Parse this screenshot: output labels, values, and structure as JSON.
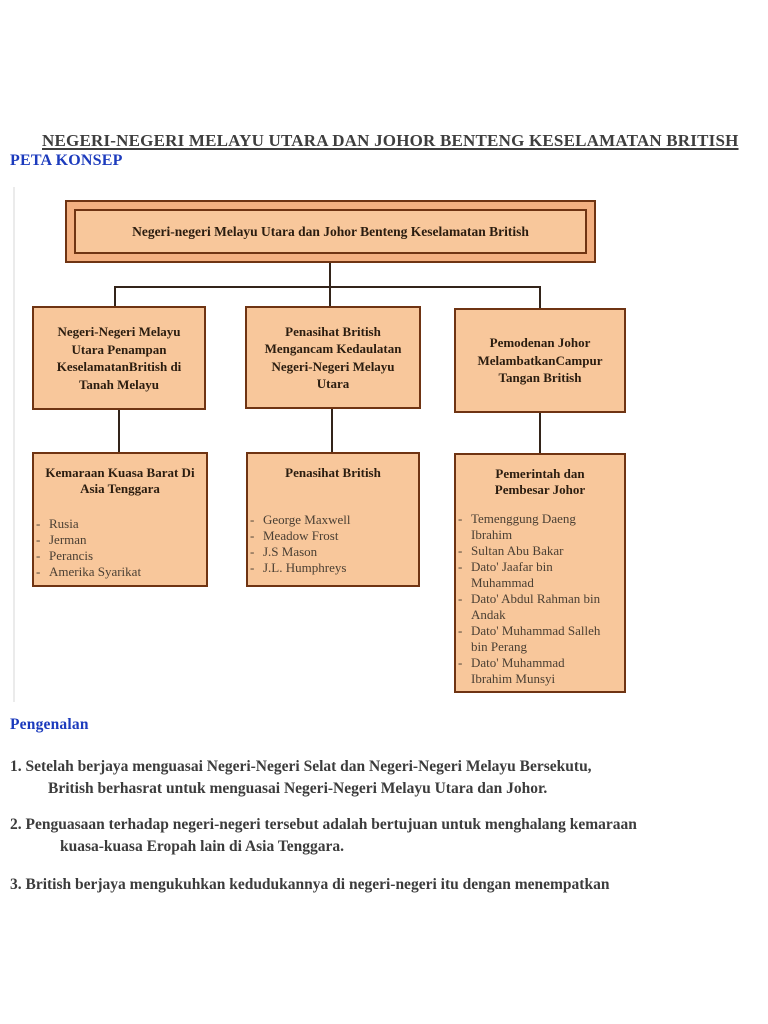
{
  "page": {
    "title": "NEGERI-NEGERI MELAYU UTARA DAN JOHOR BENTENG KESELAMATAN BRITISH",
    "subtitle": "PETA KONSEP",
    "section_heading": "Pengenalan",
    "paragraphs": [
      {
        "lines": [
          "1. Setelah berjaya menguasai Negeri-Negeri Selat dan Negeri-Negeri Melayu Bersekutu,",
          "British berhasrat untuk menguasai Negeri-Negeri Melayu Utara dan Johor."
        ]
      },
      {
        "lines": [
          "2. Penguasaan terhadap negeri-negeri tersebut adalah bertujuan untuk menghalang kemaraan",
          "kuasa-kuasa Eropah lain di Asia Tenggara."
        ]
      },
      {
        "lines": [
          "3. British berjaya mengukuhkan kedudukannya di negeri-negeri itu dengan menempatkan"
        ]
      }
    ]
  },
  "diagram": {
    "root_label": "Negeri-negeri Melayu Utara dan Johor Benteng Keselamatan British",
    "bullet": "-",
    "branches": [
      {
        "label": "Negeri-Negeri Melayu Utara Penampan KeselamatanBritish di Tanah Melayu",
        "box_title": "Kemaraan Kuasa Barat Di Asia Tenggara",
        "items": [
          "Rusia",
          "Jerman",
          "Perancis",
          "Amerika Syarikat"
        ]
      },
      {
        "label": "Penasihat British Mengancam Kedaulatan Negeri-Negeri Melayu Utara",
        "box_title": "Penasihat British",
        "items": [
          "George Maxwell",
          "Meadow Frost",
          "J.S Mason",
          "J.L. Humphreys"
        ]
      },
      {
        "label": "Pemodenan Johor MelambatkanCampur Tangan British",
        "box_title": "Pemerintah dan Pembesar Johor",
        "items": [
          "Temenggung Daeng Ibrahim",
          "Sultan Abu Bakar",
          "Dato' Jaafar bin Muhammad",
          "Dato' Abdul Rahman bin Andak",
          "Dato' Muhammad Salleh bin Perang",
          "Dato' Muhammad Ibrahim Munsyi"
        ]
      }
    ],
    "colors": {
      "box_fill": "#f8c79b",
      "box_border": "#6f3413",
      "bevel_band": "#f3b081",
      "connector": "#33241a",
      "heading_blue": "#1c3bbd",
      "body_text": "#3c3c3c"
    }
  }
}
